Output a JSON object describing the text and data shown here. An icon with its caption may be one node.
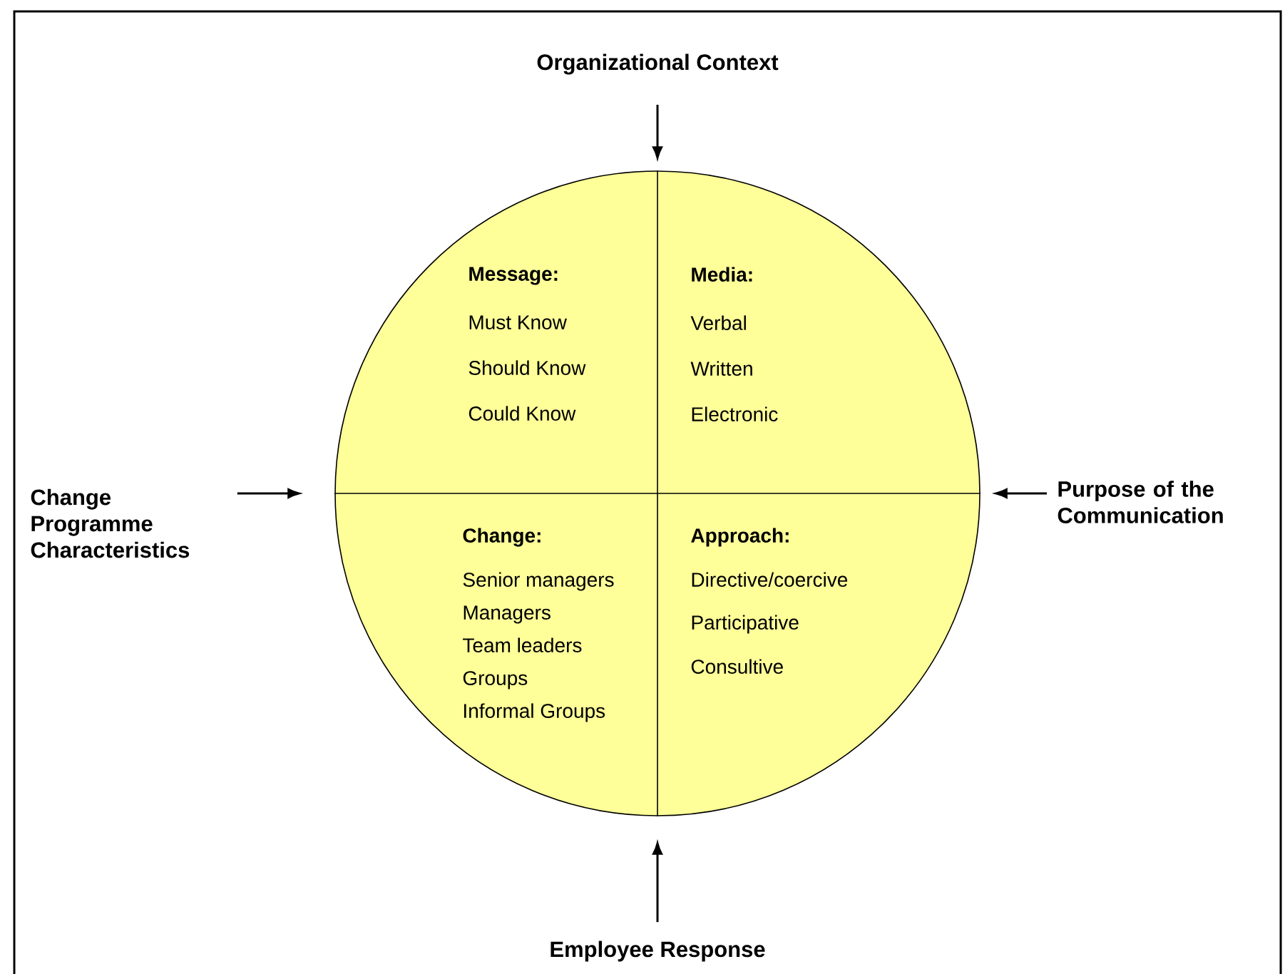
{
  "diagram": {
    "nodes": [
      {
        "text": [
          "Organizational Context"
        ]
      },
      {
        "text": [],
        "shape": "circle"
      },
      {
        "text": [
          "Message:",
          "Must Know",
          "Should Know",
          "Could Know"
        ],
        "in": 1
      },
      {
        "text": [
          "Media:",
          "Verbal",
          "Written",
          "Electronic"
        ],
        "in": 1
      },
      {
        "text": [
          "Change:",
          "Senior managers",
          "Managers",
          "Team leaders",
          "Groups",
          "Informal Groups"
        ],
        "in": 1
      },
      {
        "text": [
          "Approach:",
          "Directive/coercive",
          "Participative",
          "Consultive"
        ],
        "in": 1
      },
      {
        "text": [
          "Change Programme Characteristics"
        ]
      },
      {
        "text": [
          "Purpose of the Communication"
        ]
      },
      {
        "text": [
          "Employee Response"
        ]
      }
    ],
    "edges": [
      {
        "from": 0,
        "to": 1,
        "arrow": "to"
      },
      {
        "from": 6,
        "to": 1,
        "arrow": "to"
      },
      {
        "from": 7,
        "to": 1,
        "arrow": "to"
      },
      {
        "from": 8,
        "to": 1,
        "arrow": "to"
      }
    ]
  }
}
